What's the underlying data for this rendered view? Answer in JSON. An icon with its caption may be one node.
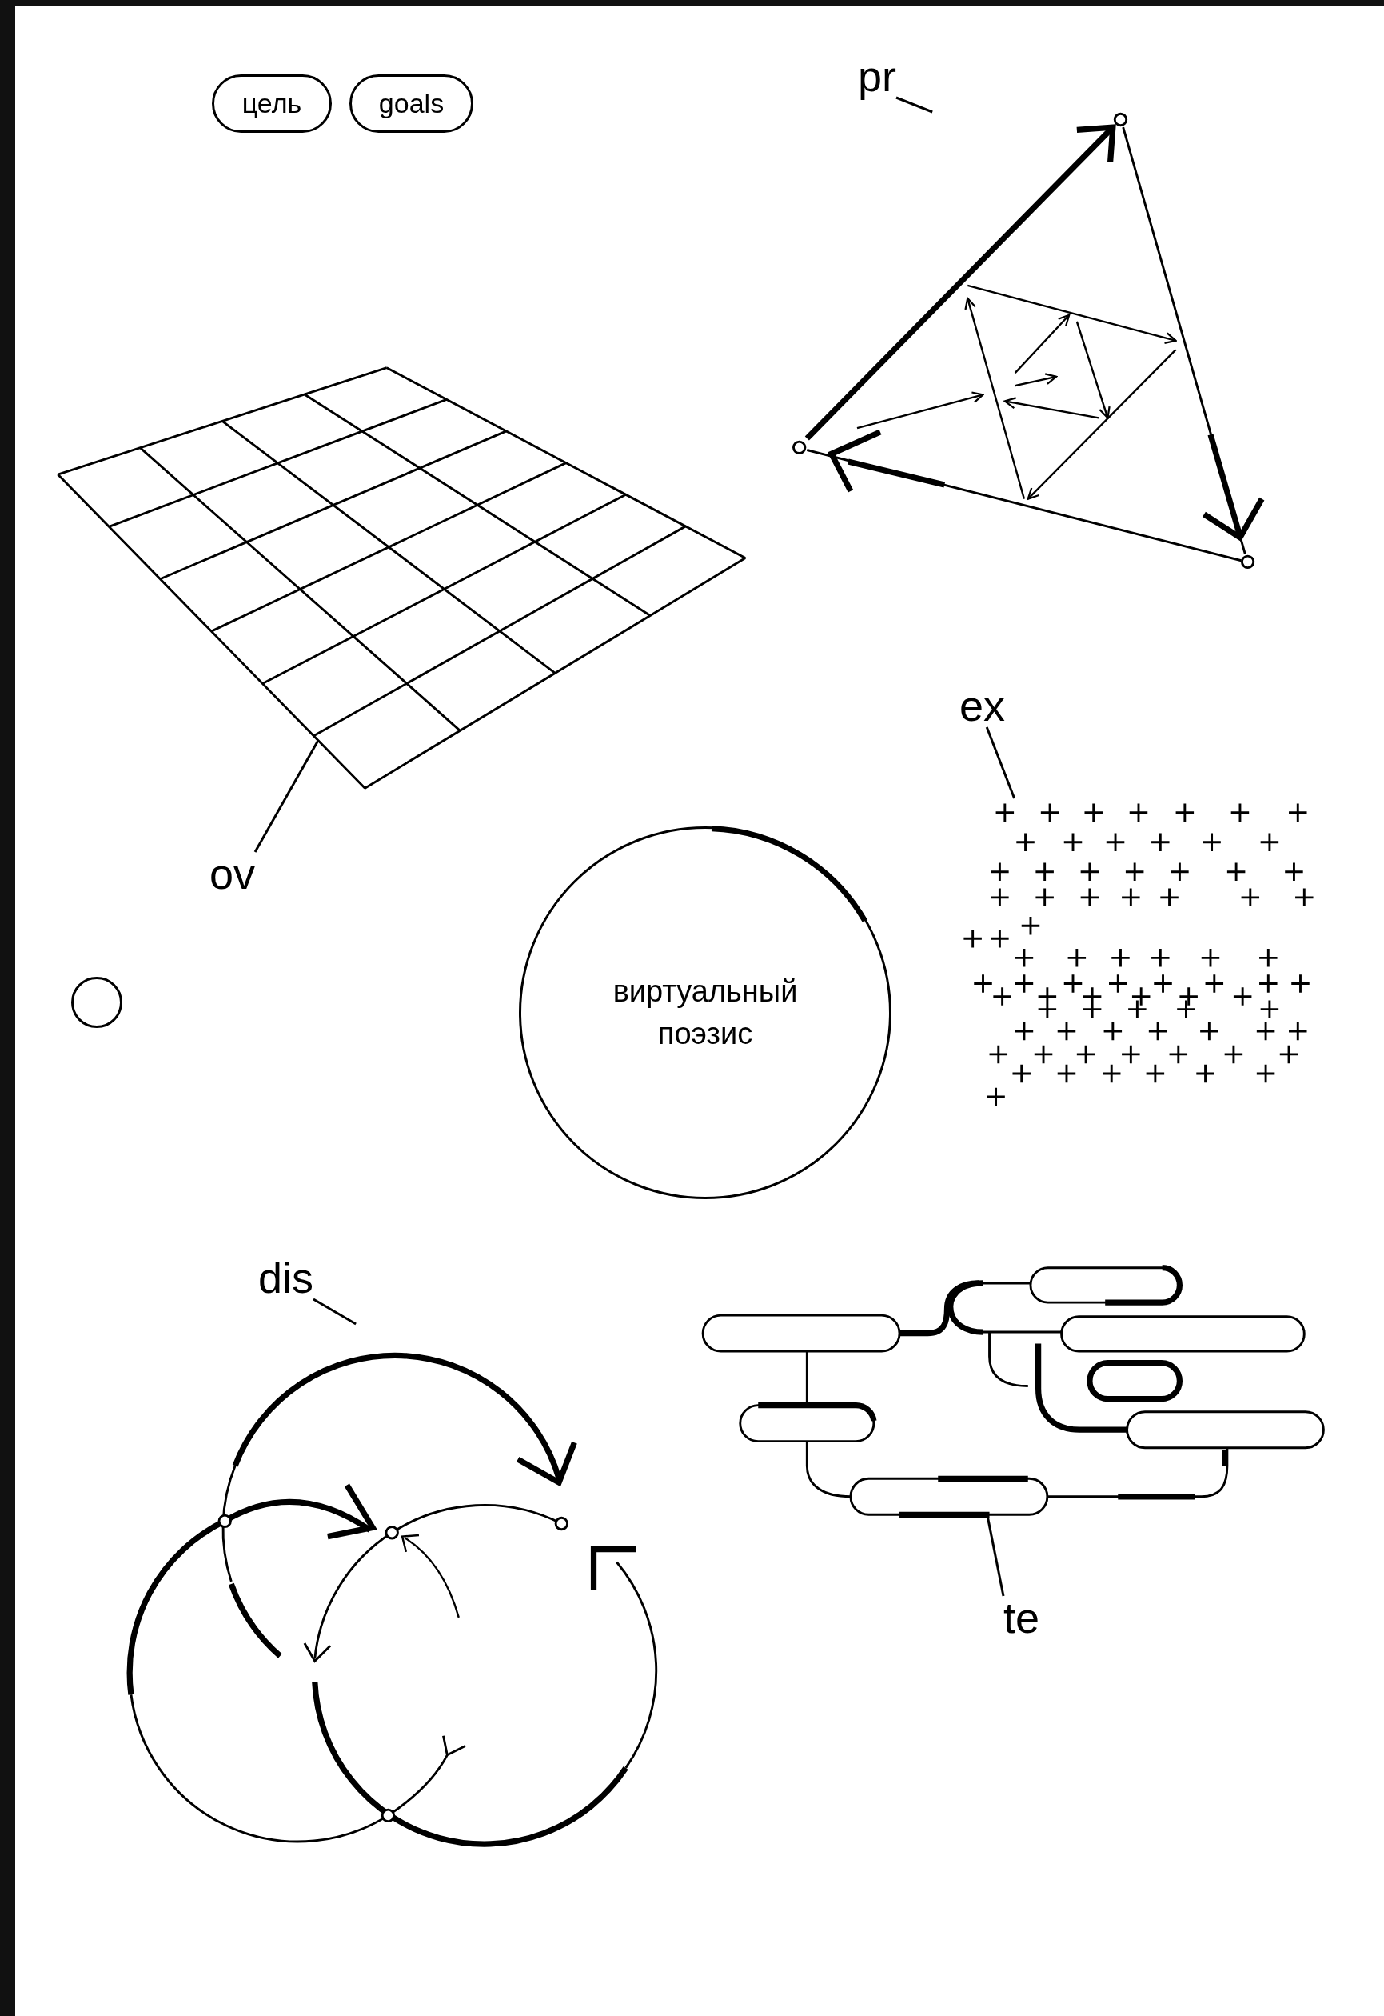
{
  "diagram": {
    "nodes": [
      {
        "text": [
          "цель"
        ]
      },
      {
        "text": [
          "goals"
        ]
      },
      {
        "text": [
          "pr"
        ]
      },
      {
        "text": [],
        "shape": "picture"
      },
      {
        "text": [],
        "shape": "picture"
      },
      {
        "text": [
          "ex"
        ]
      },
      {
        "text": [],
        "shape": "picture"
      },
      {
        "text": [
          "ov"
        ]
      },
      {
        "text": [
          "виртуальный поэзис"
        ]
      },
      {
        "text": [],
        "shape": "circle"
      },
      {
        "text": [
          "dis"
        ]
      },
      {
        "text": [],
        "shape": "picture"
      },
      {
        "text": [],
        "shape": "picture"
      },
      {
        "text": [
          "te"
        ]
      }
    ],
    "edges": [
      {
        "from": 2,
        "to": 3,
        "arrow": "none"
      },
      {
        "from": 5,
        "to": 6,
        "arrow": "none"
      },
      {
        "from": 7,
        "to": 4,
        "arrow": "none"
      },
      {
        "from": 10,
        "to": 11,
        "arrow": "none"
      },
      {
        "from": 13,
        "to": 12,
        "arrow": "none"
      }
    ]
  }
}
